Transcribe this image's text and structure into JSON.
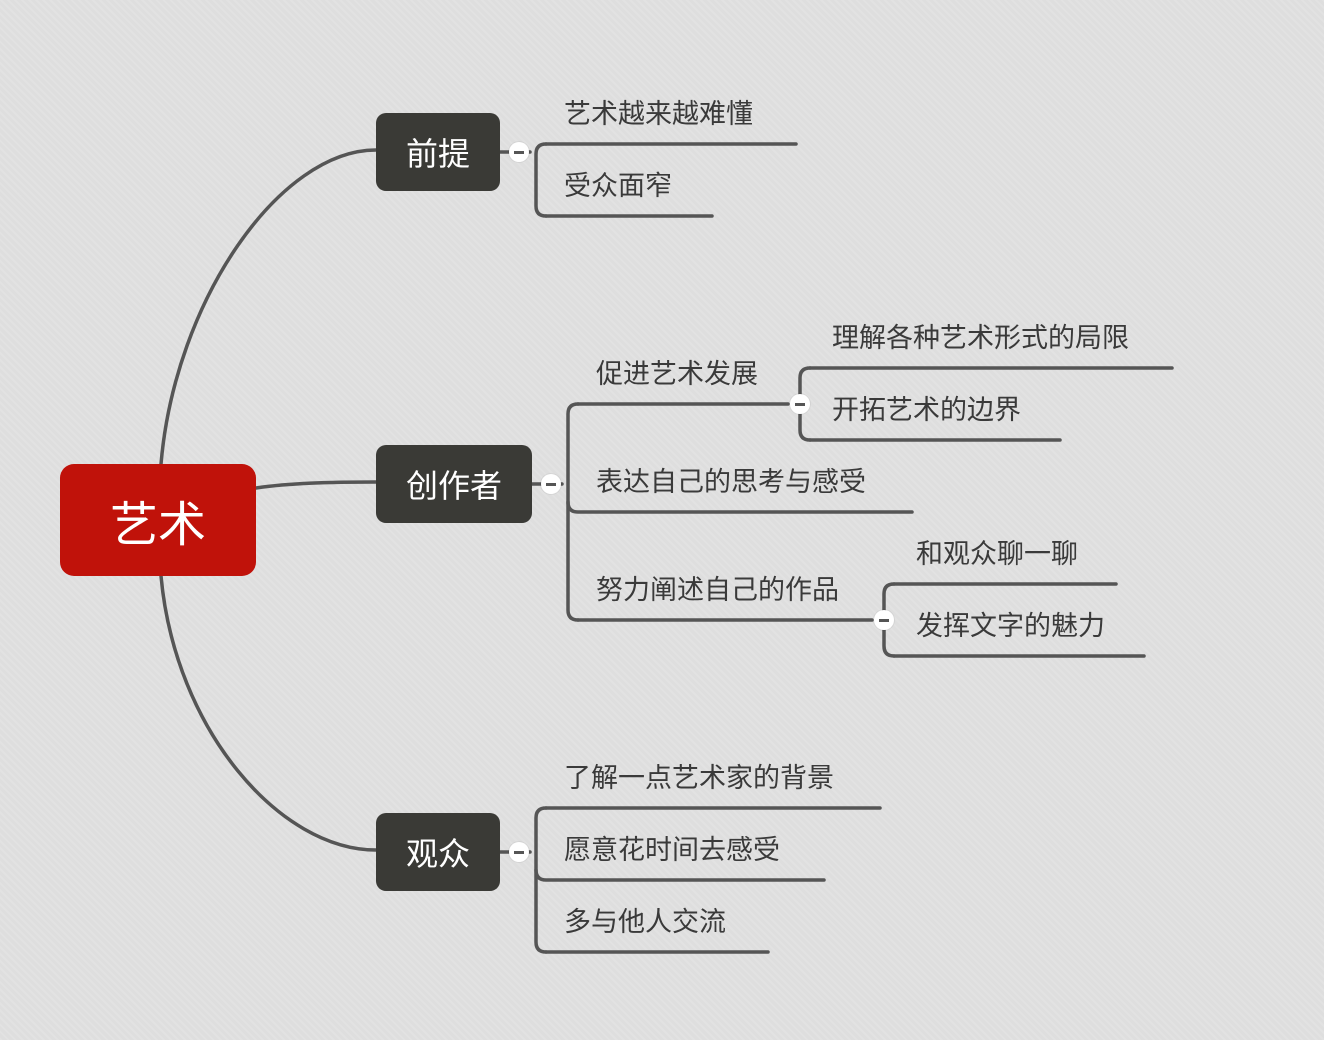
{
  "colors": {
    "background": "#dedede",
    "root_fill": "#c0120a",
    "topic_fill": "#3a3a36",
    "line": "#555555",
    "leaf_text": "#3a3a3a"
  },
  "root": {
    "label": "艺术"
  },
  "branches": [
    {
      "label": "前提",
      "children": [
        {
          "label": "艺术越来越难懂"
        },
        {
          "label": "受众面窄"
        }
      ]
    },
    {
      "label": "创作者",
      "children": [
        {
          "label": "促进艺术发展",
          "children": [
            {
              "label": "理解各种艺术形式的局限"
            },
            {
              "label": "开拓艺术的边界"
            }
          ]
        },
        {
          "label": "表达自己的思考与感受"
        },
        {
          "label": "努力阐述自己的作品",
          "children": [
            {
              "label": "和观众聊一聊"
            },
            {
              "label": "发挥文字的魅力"
            }
          ]
        }
      ]
    },
    {
      "label": "观众",
      "children": [
        {
          "label": "了解一点艺术家的背景"
        },
        {
          "label": "愿意花时间去感受"
        },
        {
          "label": "多与他人交流"
        }
      ]
    }
  ],
  "icons": {
    "collapse": "collapse-minus-icon"
  }
}
